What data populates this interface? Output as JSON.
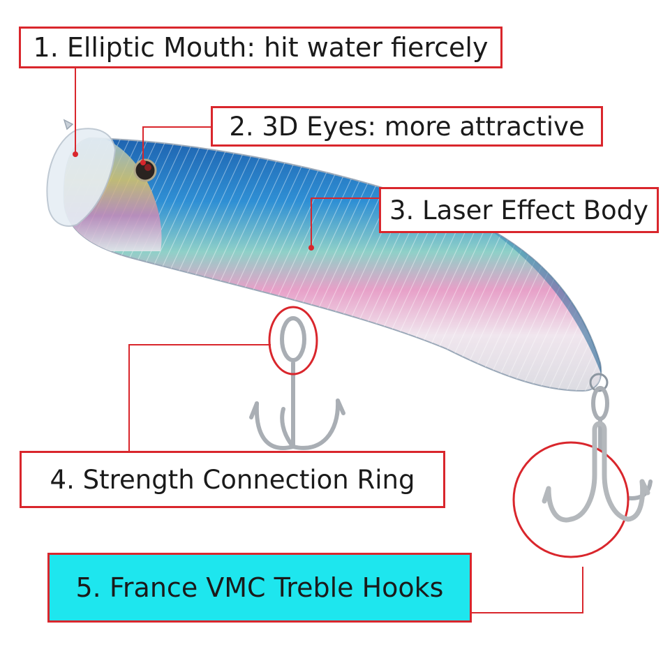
{
  "callouts": {
    "mouth": "1. Elliptic Mouth: hit water fiercely",
    "eyes": "2. 3D Eyes: more attractive",
    "body": "3. Laser Effect Body",
    "ring": "4. Strength Connection Ring",
    "hooks": "5. France VMC Treble Hooks"
  },
  "colors": {
    "callout_border": "#d9262c",
    "leader_line": "#d9262c",
    "hooks_box_fill": "#1ee6ee",
    "lure_back": "#1e6fb8",
    "lure_belly": "#e9e6ec"
  },
  "icons": [
    "fishing-lure-icon",
    "treble-hook-icon",
    "split-ring-icon",
    "lure-eye-icon"
  ]
}
